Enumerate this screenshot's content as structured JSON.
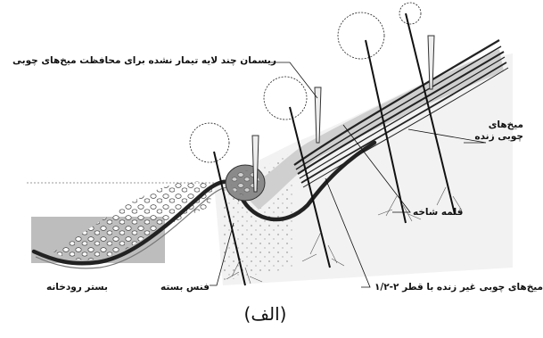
{
  "labels": {
    "rope": "ریسمان چند لایه تیمار نشده برای محافظت میخ‌های چوبی",
    "live_stakes": "میخ‌های چوبی زنده",
    "branch_cuttings": "قلمه شاخه",
    "dead_stakes": "میخ‌های چوبی غیر زنده با قطر ۲-۱/۲",
    "fascine": "فنس بسته",
    "stream_bed": "بستر رودخانه"
  },
  "caption": "(الف)",
  "colors": {
    "ink": "#111111",
    "soil_fill": "#d6d6d6",
    "water_block": "#bdbdbd",
    "fascine_dark": "#555555"
  }
}
